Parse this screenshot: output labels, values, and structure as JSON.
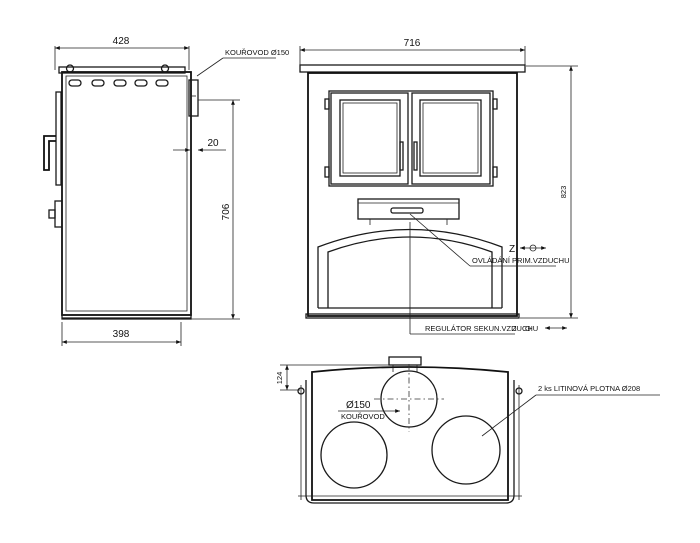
{
  "side_view": {
    "width_top": "428",
    "width_bottom": "398",
    "height": "706",
    "offset": "20",
    "flue_label": "KOUŘOVOD Ø150"
  },
  "front_view": {
    "width": "716",
    "height": "823",
    "primary_air_label": "OVLÁDÁNÍ PRIM.VZDUCHU",
    "primary_air_z": "Z",
    "secondary_air_label": "REGULÁTOR SEKUN.VZDUCHU",
    "secondary_air_z": "Z",
    "secondary_air_o": "O"
  },
  "top_view": {
    "depth": "124",
    "flue_diameter": "Ø150",
    "flue_caption": "KOUŘOVOD",
    "plates_label": "2 ks LITINOVÁ PLOTNA   Ø208"
  }
}
